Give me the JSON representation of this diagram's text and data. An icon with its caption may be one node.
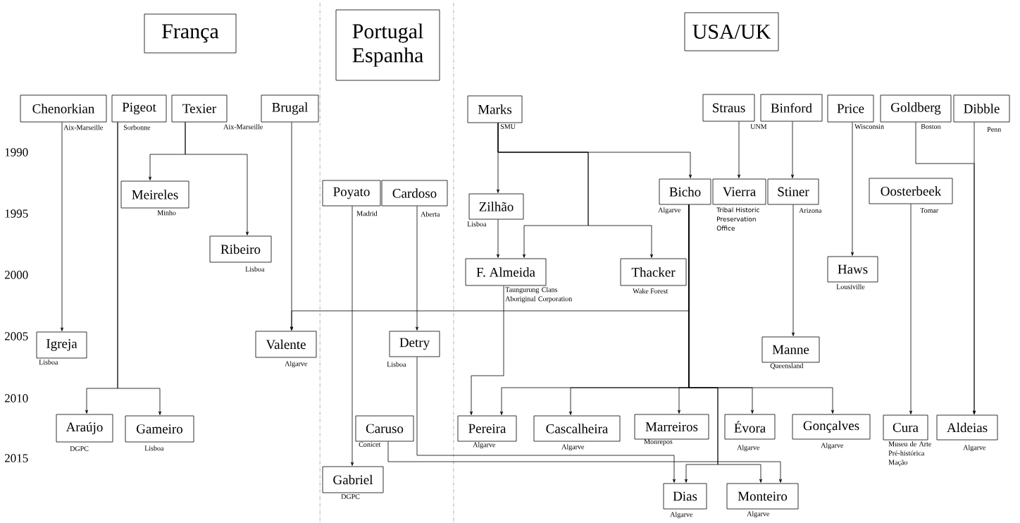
{
  "diagram": {
    "nodes": [
      {
        "text": [
          "França"
        ]
      },
      {
        "text": [
          "Portugal Espanha"
        ]
      },
      {
        "text": [
          "USA/UK"
        ]
      },
      {
        "text": [
          "Chenorkian"
        ],
        "beside": [
          "Aix-Marseille"
        ]
      },
      {
        "text": [
          "Pigeot"
        ],
        "beside": [
          "Sorbonne"
        ]
      },
      {
        "text": [
          "Texier"
        ]
      },
      {
        "text": [
          "Brugal"
        ],
        "beside": [
          "Aix-Marseille"
        ]
      },
      {
        "text": [
          "Poyato"
        ],
        "beside": [
          "Madrid"
        ]
      },
      {
        "text": [
          "Cardoso"
        ],
        "beside": [
          "Aberta"
        ]
      },
      {
        "text": [
          "Marks"
        ],
        "beside": [
          "SMU"
        ]
      },
      {
        "text": [
          "Straus"
        ],
        "beside": [
          "UNM"
        ]
      },
      {
        "text": [
          "Binford"
        ]
      },
      {
        "text": [
          "Price"
        ],
        "beside": [
          "Wisconsin"
        ]
      },
      {
        "text": [
          "Goldberg"
        ],
        "beside": [
          "Boston"
        ]
      },
      {
        "text": [
          "Dibble"
        ],
        "beside": [
          "Penn"
        ]
      },
      {
        "text": [
          "Meireles"
        ],
        "beside": [
          "Minho"
        ]
      },
      {
        "text": [
          "Zilhão"
        ],
        "beside": [
          "Lisboa"
        ]
      },
      {
        "text": [
          "Bicho"
        ],
        "beside": [
          "Algarve"
        ]
      },
      {
        "text": [
          "Vierra"
        ],
        "beside": [
          "Tribal Historic Preservation Office"
        ]
      },
      {
        "text": [
          "Stiner"
        ],
        "beside": [
          "Arizona"
        ]
      },
      {
        "text": [
          "Oosterbeek"
        ],
        "beside": [
          "Tomar"
        ]
      },
      {
        "text": [
          "Ribeiro"
        ],
        "beside": [
          "Lisboa"
        ]
      },
      {
        "text": [
          "F. Almeida"
        ],
        "beside": [
          "Taungurung Clans Aboriginal Corporation"
        ]
      },
      {
        "text": [
          "Thacker"
        ],
        "beside": [
          "Wake Forest"
        ]
      },
      {
        "text": [
          "Haws"
        ],
        "beside": [
          "Lousiville"
        ]
      },
      {
        "text": [
          "Igreja"
        ],
        "beside": [
          "Lisboa"
        ]
      },
      {
        "text": [
          "Valente"
        ],
        "beside": [
          "Algarve"
        ]
      },
      {
        "text": [
          "Detry"
        ],
        "beside": [
          "Lisboa"
        ]
      },
      {
        "text": [
          "Manne"
        ],
        "beside": [
          "Queensland"
        ]
      },
      {
        "text": [
          "Araújo"
        ],
        "beside": [
          "DGPC"
        ]
      },
      {
        "text": [
          "Gameiro"
        ],
        "beside": [
          "Lisboa"
        ]
      },
      {
        "text": [
          "Caruso"
        ],
        "beside": [
          "Conicet"
        ]
      },
      {
        "text": [
          "Pereira"
        ],
        "beside": [
          "Algarve"
        ]
      },
      {
        "text": [
          "Cascalheira"
        ],
        "beside": [
          "Algarve"
        ]
      },
      {
        "text": [
          "Marreiros"
        ],
        "beside": [
          "Monrepos"
        ]
      },
      {
        "text": [
          "Évora"
        ],
        "beside": [
          "Algarve"
        ]
      },
      {
        "text": [
          "Gonçalves"
        ],
        "beside": [
          "Algarve"
        ]
      },
      {
        "text": [
          "Cura"
        ],
        "beside": [
          "Museu de Arte Pré-histórica Mação"
        ]
      },
      {
        "text": [
          "Aldeias"
        ],
        "beside": [
          "Algarve"
        ]
      },
      {
        "text": [
          "Gabriel"
        ],
        "beside": [
          "DGPC"
        ]
      },
      {
        "text": [
          "Dias"
        ],
        "beside": [
          "Algarve"
        ]
      },
      {
        "text": [
          "Monteiro"
        ],
        "beside": [
          "Algarve"
        ]
      }
    ],
    "edges": [
      {
        "from": 3,
        "to": 25,
        "arrow": "to"
      },
      {
        "from": 4,
        "to": 29,
        "arrow": "to"
      },
      {
        "from": 4,
        "to": 30,
        "arrow": "to"
      },
      {
        "from": 5,
        "to": 15,
        "arrow": "to"
      },
      {
        "from": 5,
        "to": 21,
        "arrow": "to"
      },
      {
        "from": 6,
        "to": 26,
        "arrow": "to"
      },
      {
        "from": 17,
        "to": 26,
        "arrow": "to"
      },
      {
        "from": 7,
        "to": 39,
        "arrow": "to"
      },
      {
        "from": 8,
        "to": 27,
        "arrow": "to"
      },
      {
        "from": 9,
        "to": 16,
        "arrow": "to"
      },
      {
        "from": 9,
        "to": 17,
        "arrow": "to"
      },
      {
        "from": 9,
        "to": 22,
        "arrow": "to"
      },
      {
        "from": 9,
        "to": 23,
        "arrow": "to"
      },
      {
        "from": 16,
        "to": 22,
        "arrow": "to"
      },
      {
        "from": 22,
        "to": 32,
        "arrow": "to"
      },
      {
        "from": 17,
        "to": 32,
        "arrow": "to"
      },
      {
        "from": 17,
        "to": 33,
        "arrow": "to"
      },
      {
        "from": 17,
        "to": 34,
        "arrow": "to"
      },
      {
        "from": 17,
        "to": 35,
        "arrow": "to"
      },
      {
        "from": 17,
        "to": 36,
        "arrow": "to"
      },
      {
        "from": 17,
        "to": 40,
        "arrow": "to"
      },
      {
        "from": 17,
        "to": 41,
        "arrow": "to"
      },
      {
        "from": 27,
        "to": 40,
        "arrow": "to"
      },
      {
        "from": 31,
        "to": 41,
        "arrow": "to"
      },
      {
        "from": 10,
        "to": 18,
        "arrow": "to"
      },
      {
        "from": 11,
        "to": 19,
        "arrow": "to"
      },
      {
        "from": 12,
        "to": 24,
        "arrow": "to"
      },
      {
        "from": 19,
        "to": 28,
        "arrow": "to"
      },
      {
        "from": 20,
        "to": 37,
        "arrow": "to"
      },
      {
        "from": 13,
        "to": 38,
        "arrow": "to"
      },
      {
        "from": 14,
        "to": 38,
        "arrow": "to"
      }
    ],
    "labels": [
      "1990",
      "1995",
      "2000",
      "2005",
      "2010",
      "2015"
    ]
  }
}
